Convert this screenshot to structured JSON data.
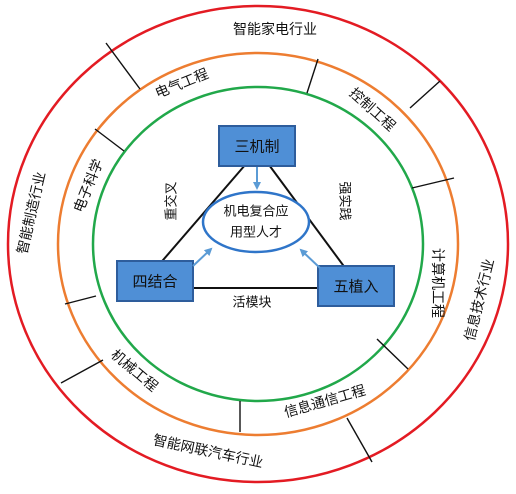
{
  "outer_ring": {
    "color": "#e31b23",
    "labels": {
      "top": "智能家电行业",
      "right": "信息技术行业",
      "bottom": "智能网联汽车行业",
      "left": "智能制造行业"
    }
  },
  "middle_ring": {
    "color": "#ed7d31",
    "labels": {
      "top_left": "电气工程",
      "top_right": "控制工程",
      "right": "计算机工程",
      "bottom_right": "信息通信工程",
      "bottom_left": "机械工程",
      "left": "电子科学"
    }
  },
  "inner_ring": {
    "color": "#21a84a"
  },
  "boxes": {
    "top": "三机制",
    "left": "四结合",
    "right": "五植入",
    "fill": "#4f8fd6",
    "stroke": "#2e5d9c"
  },
  "relations": {
    "left_edge": "重交叉",
    "right_edge": "强实践",
    "bottom_edge": "活模块"
  },
  "center": {
    "line1": "机电复合应",
    "line2": "用型人才",
    "stroke": "#2f75c9",
    "arrow_color": "#5b9bd5"
  }
}
